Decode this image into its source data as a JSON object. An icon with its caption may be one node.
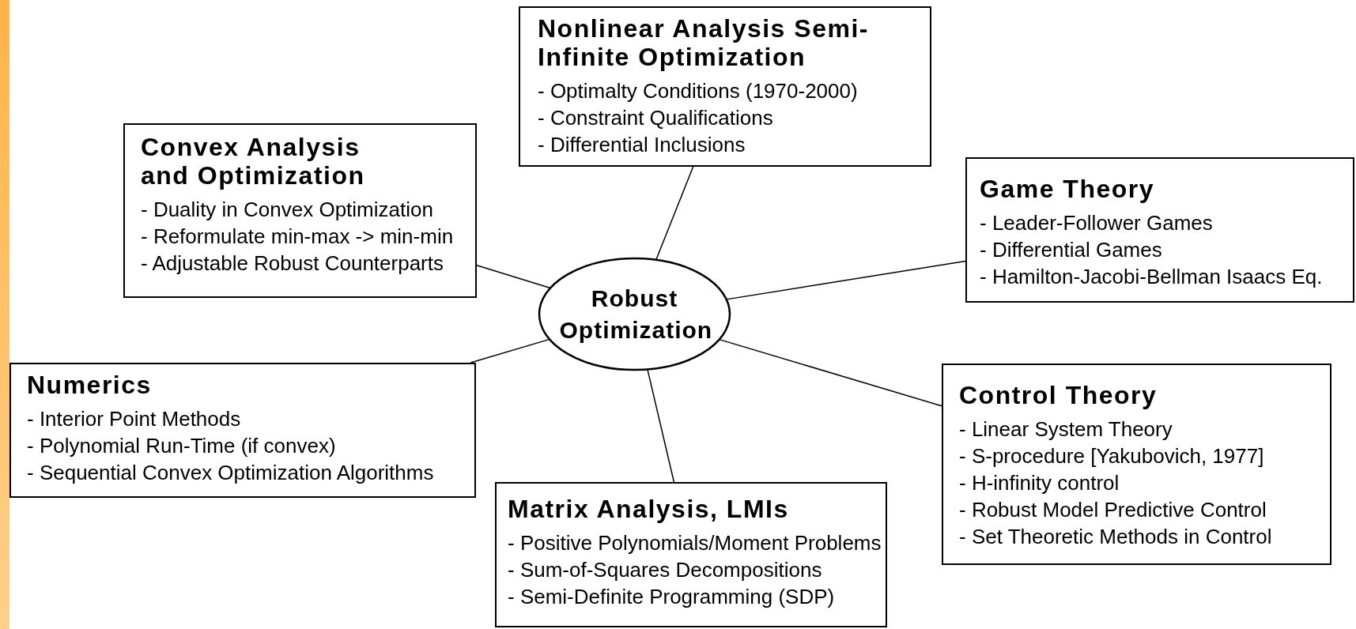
{
  "diagram": {
    "nodes": [
      {
        "text": [
          "Robust Optimization"
        ]
      },
      {
        "text": [
          "Nonlinear Analysis Semi-Infinite Optimization",
          "- Optimalty Conditions (1970-2000)",
          "- Constraint Qualifications",
          "- Differential Inclusions"
        ]
      },
      {
        "text": [
          "Convex Analysis and Optimization",
          "- Duality in Convex Optimization",
          "- Reformulate min-max -> min-min",
          "- Adjustable Robust Counterparts"
        ]
      },
      {
        "text": [
          "Game Theory",
          "- Leader-Follower Games",
          "- Differential Games",
          "- Hamilton-Jacobi-Bellman Isaacs Eq."
        ]
      },
      {
        "text": [
          "Numerics",
          "- Interior Point Methods",
          "- Polynomial Run-Time (if convex)",
          "- Sequential Convex Optimization Algorithms"
        ]
      },
      {
        "text": [
          "Control Theory",
          "- Linear System Theory",
          "- S-procedure [Yakubovich, 1977]",
          "- H-infinity control",
          "- Robust Model Predictive Control",
          "- Set Theoretic Methods in Control"
        ]
      },
      {
        "text": [
          "Matrix Analysis, LMIs",
          "- Positive Polynomials/Moment Problems",
          "- Sum-of-Squares Decompositions",
          "- Semi-Definite Programming (SDP)"
        ]
      }
    ],
    "edges": [
      {
        "from": 0,
        "to": 1,
        "arrow": "none"
      },
      {
        "from": 0,
        "to": 2,
        "arrow": "none"
      },
      {
        "from": 0,
        "to": 3,
        "arrow": "none"
      },
      {
        "from": 0,
        "to": 4,
        "arrow": "none"
      },
      {
        "from": 0,
        "to": 5,
        "arrow": "none"
      },
      {
        "from": 0,
        "to": 6,
        "arrow": "none"
      }
    ]
  }
}
